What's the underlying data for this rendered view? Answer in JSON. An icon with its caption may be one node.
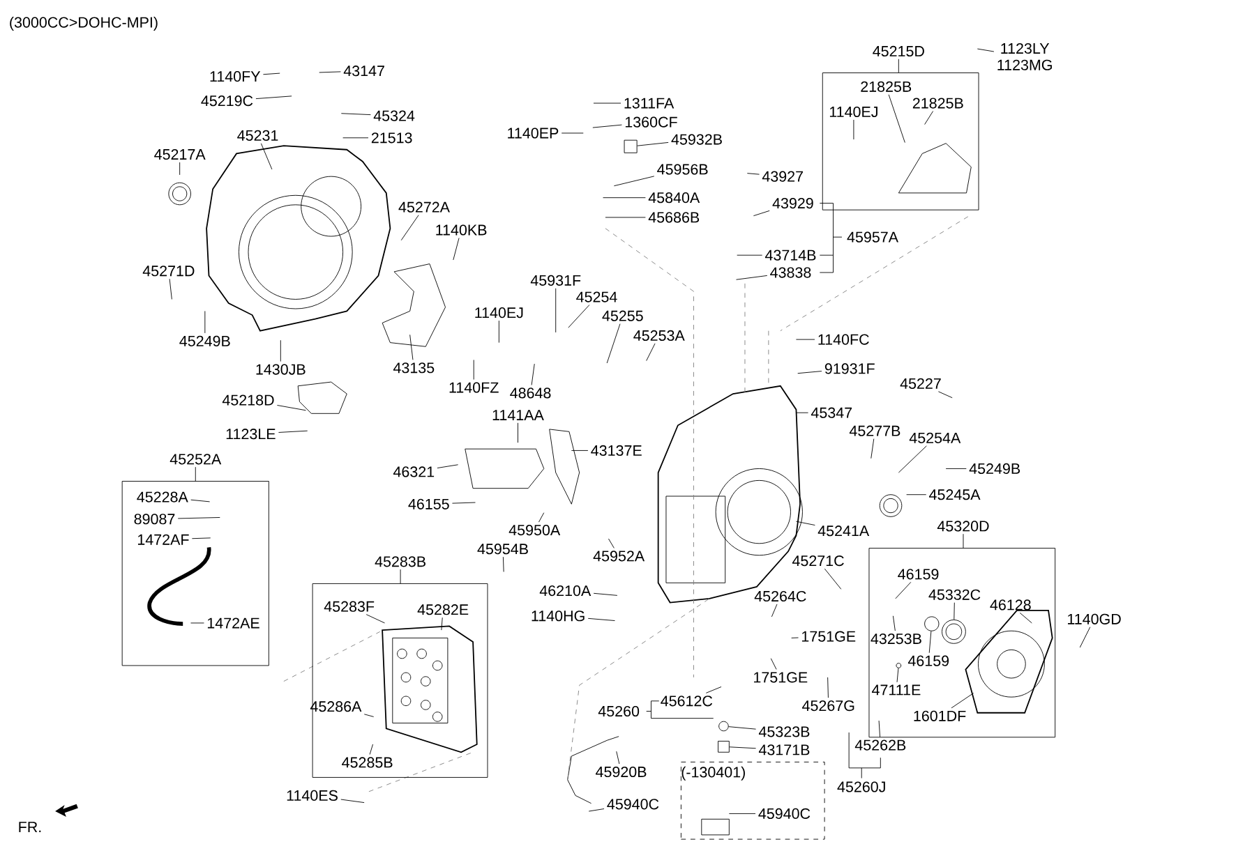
{
  "diagram": {
    "title": "(3000CC>DOHC-MPI)",
    "nodes": [
      {
        "text": [
          "1140FY"
        ]
      },
      {
        "text": [
          "43147"
        ]
      },
      {
        "text": [
          "45219C"
        ]
      },
      {
        "text": [
          "45324"
        ]
      },
      {
        "text": [
          "21513"
        ]
      },
      {
        "text": [
          "45231"
        ]
      },
      {
        "text": [
          "45217A"
        ]
      },
      {
        "text": [
          "45272A"
        ]
      },
      {
        "text": [
          "1140KB"
        ]
      },
      {
        "text": [
          "45271D"
        ]
      },
      {
        "text": [
          "45249B"
        ]
      },
      {
        "text": [
          "1430JB"
        ]
      },
      {
        "text": [
          "43135"
        ]
      },
      {
        "text": [
          "1140FZ"
        ]
      },
      {
        "text": [
          "45218D"
        ]
      },
      {
        "text": [
          "1123LE"
        ]
      },
      {
        "text": [
          "45931F"
        ]
      },
      {
        "text": [
          "45254"
        ]
      },
      {
        "text": [
          "1140EJ"
        ]
      },
      {
        "text": [
          "45255"
        ]
      },
      {
        "text": [
          "45253A"
        ]
      },
      {
        "text": [
          "48648"
        ]
      },
      {
        "text": [
          "1311FA"
        ]
      },
      {
        "text": [
          "1360CF"
        ]
      },
      {
        "text": [
          "1140EP"
        ]
      },
      {
        "text": [
          "45932B"
        ]
      },
      {
        "text": [
          "45956B"
        ]
      },
      {
        "text": [
          "45840A"
        ]
      },
      {
        "text": [
          "45686B"
        ]
      },
      {
        "text": [
          "43927"
        ]
      },
      {
        "text": [
          "43929"
        ]
      },
      {
        "text": [
          "43714B"
        ]
      },
      {
        "text": [
          "43838"
        ]
      },
      {
        "text": [
          "45215D"
        ]
      },
      {
        "text": [
          "21825B"
        ],
        "in": 33
      },
      {
        "text": [
          "21825B"
        ],
        "in": 33
      },
      {
        "text": [
          "1140EJ"
        ],
        "in": 33
      },
      {
        "text": [
          "1123LY",
          "1123MG"
        ]
      },
      {
        "text": [
          "1140FC"
        ]
      },
      {
        "text": [
          "91931F"
        ]
      },
      {
        "text": [
          "45227"
        ]
      },
      {
        "text": [
          "45347"
        ]
      },
      {
        "text": [
          "45277B"
        ]
      },
      {
        "text": [
          "45254A"
        ]
      },
      {
        "text": [
          "45249B"
        ]
      },
      {
        "text": [
          "45245A"
        ]
      },
      {
        "text": [
          "1141AA"
        ]
      },
      {
        "text": [
          "43137E"
        ]
      },
      {
        "text": [
          "46321"
        ]
      },
      {
        "text": [
          "46155"
        ]
      },
      {
        "text": [
          "45252A"
        ]
      },
      {
        "text": [
          "45228A"
        ],
        "in": 50
      },
      {
        "text": [
          "89087"
        ],
        "in": 50
      },
      {
        "text": [
          "1472AF"
        ],
        "in": 50
      },
      {
        "text": [
          "1472AE"
        ],
        "in": 50
      },
      {
        "text": [
          "45950A"
        ]
      },
      {
        "text": [
          "45954B"
        ]
      },
      {
        "text": [
          "45952A"
        ]
      },
      {
        "text": [
          "45241A"
        ]
      },
      {
        "text": [
          "45271C"
        ]
      },
      {
        "text": [
          "46210A"
        ]
      },
      {
        "text": [
          "1140HG"
        ]
      },
      {
        "text": [
          "45264C"
        ]
      },
      {
        "text": [
          "45283B"
        ]
      },
      {
        "text": [
          "45283F"
        ],
        "in": 63
      },
      {
        "text": [
          "45282E"
        ],
        "in": 63
      },
      {
        "text": [
          "45286A"
        ],
        "in": 63
      },
      {
        "text": [
          "45285B"
        ],
        "in": 63
      },
      {
        "text": [
          "1751GE"
        ]
      },
      {
        "text": [
          "1751GE"
        ]
      },
      {
        "text": [
          "45267G"
        ]
      },
      {
        "text": [
          "45612C"
        ]
      },
      {
        "text": [
          "45323B"
        ]
      },
      {
        "text": [
          "43171B"
        ]
      },
      {
        "text": [
          "45920B"
        ]
      },
      {
        "text": [
          "1140ES"
        ]
      },
      {
        "text": [
          "45940C"
        ]
      },
      {
        "text": [
          "(-130401)"
        ]
      },
      {
        "text": [
          "45940C"
        ],
        "in": 77
      },
      {
        "text": [
          "45320D"
        ]
      },
      {
        "text": [
          "46159"
        ],
        "in": 79
      },
      {
        "text": [
          "45332C"
        ],
        "in": 79
      },
      {
        "text": [
          "46128"
        ],
        "in": 79
      },
      {
        "text": [
          "43253B"
        ],
        "in": 79
      },
      {
        "text": [
          "46159"
        ],
        "in": 79
      },
      {
        "text": [
          "47111E"
        ],
        "in": 79
      },
      {
        "text": [
          "1601DF"
        ],
        "in": 79
      },
      {
        "text": [
          "1140GD"
        ]
      },
      {
        "text": [
          "45262B"
        ]
      },
      {
        "text": [],
        "shape": "circle",
        "in": 79
      },
      {
        "text": [],
        "shape": "circle",
        "in": 79
      },
      {
        "text": [],
        "shape": "circle",
        "in": 79
      },
      {
        "text": [],
        "shape": "circle"
      },
      {
        "text": [],
        "shape": "box"
      },
      {
        "text": [],
        "shape": "box"
      }
    ],
    "edges": [
      {
        "from": 0,
        "to": null,
        "arrow": "none"
      },
      {
        "from": 1,
        "to": null,
        "arrow": "none"
      },
      {
        "from": 2,
        "to": null,
        "arrow": "none"
      },
      {
        "from": 3,
        "to": null,
        "arrow": "none"
      },
      {
        "from": 4,
        "to": null,
        "arrow": "none"
      },
      {
        "from": 5,
        "to": null,
        "arrow": "none"
      },
      {
        "from": 6,
        "to": null,
        "arrow": "none"
      },
      {
        "from": 7,
        "to": null,
        "arrow": "none"
      },
      {
        "from": 8,
        "to": null,
        "arrow": "none"
      },
      {
        "from": 9,
        "to": null,
        "arrow": "none"
      },
      {
        "from": 10,
        "to": null,
        "arrow": "none"
      },
      {
        "from": 11,
        "to": null,
        "arrow": "none"
      },
      {
        "from": 12,
        "to": null,
        "arrow": "none"
      },
      {
        "from": 13,
        "to": null,
        "arrow": "none"
      },
      {
        "from": 14,
        "to": null,
        "arrow": "none"
      },
      {
        "from": 15,
        "to": null,
        "arrow": "none"
      },
      {
        "from": 16,
        "to": null,
        "arrow": "none"
      },
      {
        "from": 17,
        "to": null,
        "arrow": "none"
      },
      {
        "from": 18,
        "to": null,
        "arrow": "none"
      },
      {
        "from": 19,
        "to": null,
        "arrow": "none"
      },
      {
        "from": 20,
        "to": null,
        "arrow": "none"
      },
      {
        "from": 21,
        "to": null,
        "arrow": "none"
      },
      {
        "from": 22,
        "to": null,
        "arrow": "none"
      },
      {
        "from": 23,
        "to": null,
        "arrow": "none"
      },
      {
        "from": 24,
        "to": null,
        "arrow": "none"
      },
      {
        "from": 25,
        "to": 94,
        "arrow": "none"
      },
      {
        "from": 26,
        "to": null,
        "arrow": "none"
      },
      {
        "from": 27,
        "to": null,
        "arrow": "none"
      },
      {
        "from": 28,
        "to": null,
        "arrow": "none"
      },
      {
        "from": 29,
        "to": null,
        "arrow": "none"
      },
      {
        "from": 30,
        "to": null,
        "arrow": "none"
      },
      {
        "from": 31,
        "to": null,
        "arrow": "none"
      },
      {
        "from": 32,
        "to": null,
        "arrow": "none"
      },
      {
        "from": 34,
        "to": null,
        "arrow": "none"
      },
      {
        "from": 35,
        "to": null,
        "arrow": "none"
      },
      {
        "from": 36,
        "to": null,
        "arrow": "none"
      },
      {
        "from": 37,
        "to": null,
        "arrow": "none"
      },
      {
        "from": 38,
        "to": null,
        "arrow": "none"
      },
      {
        "from": 39,
        "to": null,
        "arrow": "none"
      },
      {
        "from": 40,
        "to": null,
        "arrow": "none"
      },
      {
        "from": 41,
        "to": null,
        "arrow": "none"
      },
      {
        "from": 42,
        "to": null,
        "arrow": "none"
      },
      {
        "from": 43,
        "to": null,
        "arrow": "none"
      },
      {
        "from": 44,
        "to": null,
        "arrow": "none"
      },
      {
        "from": 45,
        "to": null,
        "arrow": "none"
      },
      {
        "from": 46,
        "to": null,
        "arrow": "none"
      },
      {
        "from": 47,
        "to": null,
        "arrow": "none"
      },
      {
        "from": 48,
        "to": null,
        "arrow": "none"
      },
      {
        "from": 49,
        "to": null,
        "arrow": "none"
      },
      {
        "from": 51,
        "to": null,
        "arrow": "none"
      },
      {
        "from": 52,
        "to": null,
        "arrow": "none"
      },
      {
        "from": 53,
        "to": null,
        "arrow": "none"
      },
      {
        "from": 54,
        "to": null,
        "arrow": "none"
      },
      {
        "from": 55,
        "to": null,
        "arrow": "none"
      },
      {
        "from": 56,
        "to": null,
        "arrow": "none"
      },
      {
        "from": 57,
        "to": null,
        "arrow": "none"
      },
      {
        "from": 58,
        "to": null,
        "arrow": "none"
      },
      {
        "from": 59,
        "to": null,
        "arrow": "none"
      },
      {
        "from": 60,
        "to": null,
        "arrow": "none"
      },
      {
        "from": 61,
        "to": null,
        "arrow": "none"
      },
      {
        "from": 62,
        "to": null,
        "arrow": "none"
      },
      {
        "from": 64,
        "to": null,
        "arrow": "none"
      },
      {
        "from": 65,
        "to": null,
        "arrow": "none"
      },
      {
        "from": 66,
        "to": null,
        "arrow": "none"
      },
      {
        "from": 67,
        "to": null,
        "arrow": "none"
      },
      {
        "from": 68,
        "to": null,
        "arrow": "none"
      },
      {
        "from": 69,
        "to": null,
        "arrow": "none"
      },
      {
        "from": 70,
        "to": null,
        "arrow": "none"
      },
      {
        "from": 71,
        "to": null,
        "arrow": "none"
      },
      {
        "from": 72,
        "to": 92,
        "arrow": "none"
      },
      {
        "from": 73,
        "to": 93,
        "arrow": "none"
      },
      {
        "from": 74,
        "to": null,
        "arrow": "none"
      },
      {
        "from": 75,
        "to": null,
        "arrow": "none"
      },
      {
        "from": 76,
        "to": null,
        "arrow": "none"
      },
      {
        "from": 78,
        "to": null,
        "arrow": "none"
      },
      {
        "from": 80,
        "to": null,
        "arrow": "none"
      },
      {
        "from": 81,
        "to": 89,
        "arrow": "none"
      },
      {
        "from": 82,
        "to": null,
        "arrow": "none"
      },
      {
        "from": 83,
        "to": null,
        "arrow": "none"
      },
      {
        "from": 84,
        "to": 90,
        "arrow": "none"
      },
      {
        "from": 85,
        "to": 91,
        "arrow": "none"
      },
      {
        "from": 86,
        "to": null,
        "arrow": "none"
      },
      {
        "from": 87,
        "to": null,
        "arrow": "none"
      },
      {
        "from": 88,
        "to": null,
        "arrow": "none"
      }
    ],
    "labels": [
      "45957A",
      "45260",
      "45260J",
      "FR."
    ]
  }
}
